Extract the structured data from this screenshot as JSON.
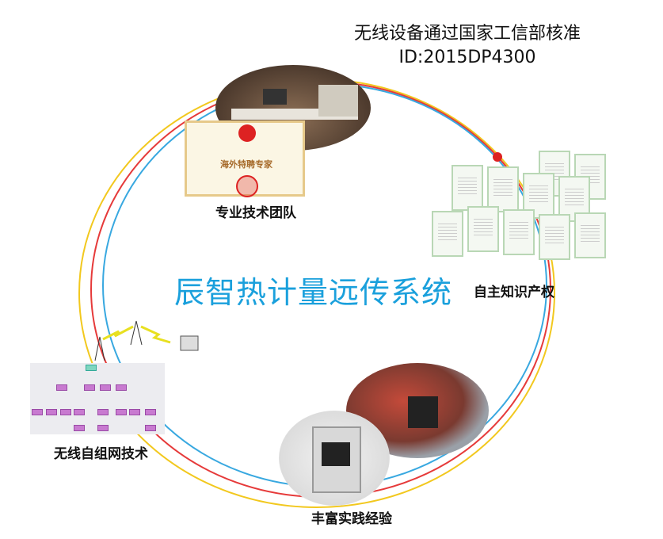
{
  "header": {
    "line1": "无线设备通过国家工信部核准",
    "line2": "ID:2015DP4300"
  },
  "title": "辰智热计量远传系统",
  "nodes": {
    "team": "专业技术团队",
    "ip": "自主知识产权",
    "wireless": "无线自组网技术",
    "experience": "丰富实践经验"
  },
  "certificate": {
    "text": "海外特聘专家"
  },
  "colors": {
    "title": "#1aa0dc",
    "ring_yellow": "#f2c81e",
    "ring_red": "#e63a3a",
    "ring_blue": "#38a8e0"
  }
}
